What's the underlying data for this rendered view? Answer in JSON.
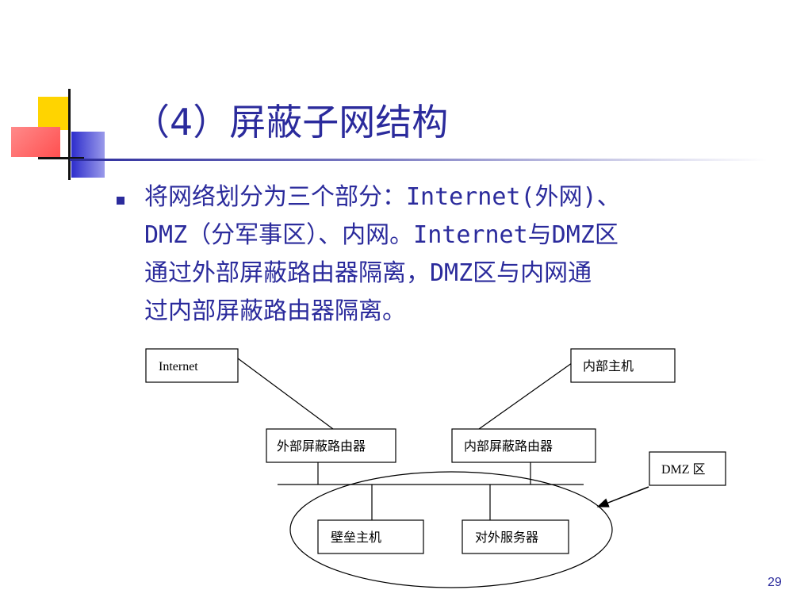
{
  "slide": {
    "title": "（4）屏蔽子网结构",
    "body_lines": [
      "将网络划分为三个部分：Internet(外网)、",
      "DMZ（分军事区）、内网。Internet与DMZ区",
      "通过外部屏蔽路由器隔离，DMZ区与内网通",
      "过内部屏蔽路由器隔离。"
    ],
    "page_number": "29"
  },
  "diagram": {
    "nodes": {
      "internet": "Internet",
      "internal_host": "内部主机",
      "external_router": "外部屏蔽路由器",
      "internal_router": "内部屏蔽路由器",
      "dmz_label": "DMZ 区",
      "bastion_host": "壁垒主机",
      "public_server": "对外服务器"
    }
  },
  "colors": {
    "title": "#2b2b9c",
    "accent_yellow": "#ffd700",
    "accent_red": "#ff6666",
    "accent_blue": "#3333cc"
  }
}
